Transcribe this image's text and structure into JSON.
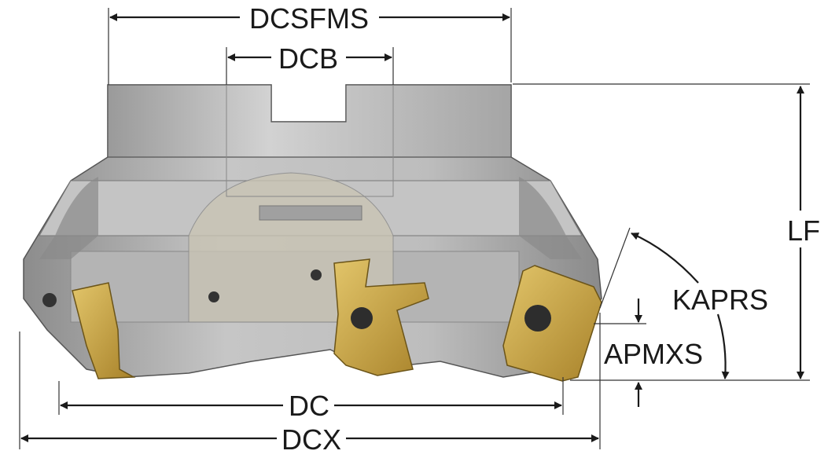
{
  "title": "Face milling cutter dimensions",
  "labels": {
    "dcsfms": "DCSFMS",
    "dcb": "DCB",
    "lf": "LF",
    "kaprs": "KAPRS",
    "apmxs": "APMXS",
    "dc": "DC",
    "dcx": "DCX"
  },
  "colors": {
    "body": "#b8b8b8",
    "body_dark": "#8f8f8f",
    "insert": "#c9a443",
    "line": "#1a1a1a"
  }
}
